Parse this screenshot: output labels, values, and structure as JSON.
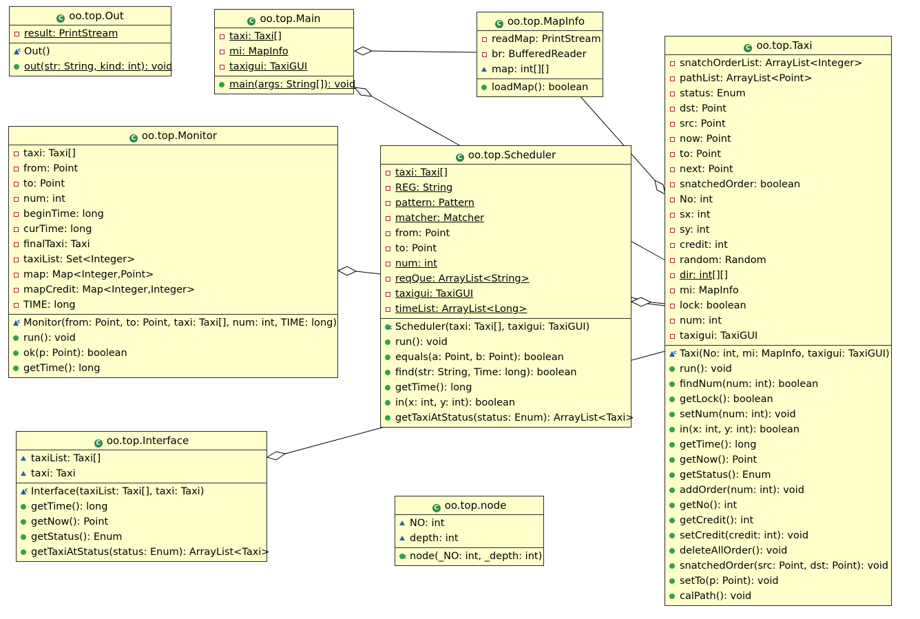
{
  "classes": {
    "out": {
      "name": "oo.top.Out",
      "attributes": [
        {
          "text": "result: PrintStream",
          "vis": "private",
          "underline": true
        }
      ],
      "operations": [
        {
          "text": "Out()",
          "vis": "ctor",
          "underline": false
        },
        {
          "text": "out(str: String, kind: int): void",
          "vis": "public",
          "underline": true
        }
      ]
    },
    "main": {
      "name": "oo.top.Main",
      "attributes": [
        {
          "text": "taxi: Taxi[]",
          "vis": "private",
          "underline": true
        },
        {
          "text": "mi: MapInfo",
          "vis": "private",
          "underline": true
        },
        {
          "text": "taxigui: TaxiGUI",
          "vis": "private",
          "underline": true
        }
      ],
      "operations": [
        {
          "text": "main(args: String[]): void",
          "vis": "public",
          "underline": true
        }
      ]
    },
    "mapinfo": {
      "name": "oo.top.MapInfo",
      "attributes": [
        {
          "text": "readMap: PrintStream",
          "vis": "private",
          "underline": false
        },
        {
          "text": "br: BufferedReader",
          "vis": "private",
          "underline": false
        },
        {
          "text": "map: int[][]",
          "vis": "package",
          "underline": false
        }
      ],
      "operations": [
        {
          "text": "loadMap(): boolean",
          "vis": "public",
          "underline": false
        }
      ]
    },
    "monitor": {
      "name": "oo.top.Monitor",
      "attributes": [
        {
          "text": "taxi: Taxi[]",
          "vis": "private",
          "underline": false
        },
        {
          "text": "from: Point",
          "vis": "private",
          "underline": false
        },
        {
          "text": "to: Point",
          "vis": "private",
          "underline": false
        },
        {
          "text": "num: int",
          "vis": "private",
          "underline": false
        },
        {
          "text": "beginTime: long",
          "vis": "private",
          "underline": false
        },
        {
          "text": "curTime: long",
          "vis": "private",
          "underline": false
        },
        {
          "text": "finalTaxi: Taxi",
          "vis": "private",
          "underline": false
        },
        {
          "text": "taxiList: Set<Integer>",
          "vis": "private",
          "underline": false
        },
        {
          "text": "map: Map<Integer,Point>",
          "vis": "private",
          "underline": false
        },
        {
          "text": "mapCredit: Map<Integer,Integer>",
          "vis": "private",
          "underline": false
        },
        {
          "text": "TIME: long",
          "vis": "private",
          "underline": false
        }
      ],
      "operations": [
        {
          "text": "Monitor(from: Point, to: Point, taxi: Taxi[], num: int, TIME: long)",
          "vis": "ctor",
          "underline": false
        },
        {
          "text": "run(): void",
          "vis": "public",
          "underline": false
        },
        {
          "text": "ok(p: Point): boolean",
          "vis": "public",
          "underline": false
        },
        {
          "text": "getTime(): long",
          "vis": "public",
          "underline": false
        }
      ]
    },
    "scheduler": {
      "name": "oo.top.Scheduler",
      "attributes": [
        {
          "text": "taxi: Taxi[]",
          "vis": "private",
          "underline": true
        },
        {
          "text": "REG: String",
          "vis": "private",
          "underline": true
        },
        {
          "text": "pattern: Pattern",
          "vis": "private",
          "underline": true
        },
        {
          "text": "matcher: Matcher",
          "vis": "private",
          "underline": true
        },
        {
          "text": "from: Point",
          "vis": "private",
          "underline": false
        },
        {
          "text": "to: Point",
          "vis": "private",
          "underline": false
        },
        {
          "text": "num: int",
          "vis": "private",
          "underline": true
        },
        {
          "text": "reqQue: ArrayList<String>",
          "vis": "private",
          "underline": true
        },
        {
          "text": "taxigui: TaxiGUI",
          "vis": "private",
          "underline": true
        },
        {
          "text": "timeList: ArrayList<Long>",
          "vis": "private",
          "underline": true
        }
      ],
      "operations": [
        {
          "text": "Scheduler(taxi: Taxi[], taxigui: TaxiGUI)",
          "vis": "pubctor",
          "underline": false
        },
        {
          "text": "run(): void",
          "vis": "public",
          "underline": false
        },
        {
          "text": "equals(a: Point, b: Point): boolean",
          "vis": "public",
          "underline": false
        },
        {
          "text": "find(str: String, Time: long): boolean",
          "vis": "public",
          "underline": false
        },
        {
          "text": "getTime(): long",
          "vis": "public",
          "underline": false
        },
        {
          "text": "in(x: int, y: int): boolean",
          "vis": "public",
          "underline": false
        },
        {
          "text": "getTaxiAtStatus(status: Enum): ArrayList<Taxi>",
          "vis": "public",
          "underline": false
        }
      ]
    },
    "taxi": {
      "name": "oo.top.Taxi",
      "attributes": [
        {
          "text": "snatchOrderList: ArrayList<Integer>",
          "vis": "private",
          "underline": false
        },
        {
          "text": "pathList: ArrayList<Point>",
          "vis": "private",
          "underline": false
        },
        {
          "text": "status: Enum",
          "vis": "private",
          "underline": false
        },
        {
          "text": "dst: Point",
          "vis": "private",
          "underline": false
        },
        {
          "text": "src: Point",
          "vis": "private",
          "underline": false
        },
        {
          "text": "now: Point",
          "vis": "private",
          "underline": false
        },
        {
          "text": "to: Point",
          "vis": "private",
          "underline": false
        },
        {
          "text": "next: Point",
          "vis": "private",
          "underline": false
        },
        {
          "text": "snatchedOrder: boolean",
          "vis": "private",
          "underline": false
        },
        {
          "text": "No: int",
          "vis": "private",
          "underline": false
        },
        {
          "text": "sx: int",
          "vis": "private",
          "underline": false
        },
        {
          "text": "sy: int",
          "vis": "private",
          "underline": false
        },
        {
          "text": "credit: int",
          "vis": "private",
          "underline": false
        },
        {
          "text": "random: Random",
          "vis": "private",
          "underline": false
        },
        {
          "text": "dir: int[][]",
          "vis": "private",
          "underline": true
        },
        {
          "text": "mi: MapInfo",
          "vis": "private",
          "underline": false
        },
        {
          "text": "lock: boolean",
          "vis": "private",
          "underline": false
        },
        {
          "text": "num: int",
          "vis": "private",
          "underline": false
        },
        {
          "text": "taxigui: TaxiGUI",
          "vis": "private",
          "underline": false
        }
      ],
      "operations": [
        {
          "text": "Taxi(No: int, mi: MapInfo, taxigui: TaxiGUI)",
          "vis": "ctor",
          "underline": false
        },
        {
          "text": "run(): void",
          "vis": "public",
          "underline": false
        },
        {
          "text": "findNum(num: int): boolean",
          "vis": "public",
          "underline": false
        },
        {
          "text": "getLock(): boolean",
          "vis": "public",
          "underline": false
        },
        {
          "text": "setNum(num: int): void",
          "vis": "public",
          "underline": false
        },
        {
          "text": "in(x: int, y: int): boolean",
          "vis": "public",
          "underline": false
        },
        {
          "text": "getTime(): long",
          "vis": "public",
          "underline": false
        },
        {
          "text": "getNow(): Point",
          "vis": "public",
          "underline": false
        },
        {
          "text": "getStatus(): Enum",
          "vis": "public",
          "underline": false
        },
        {
          "text": "addOrder(num: int): void",
          "vis": "public",
          "underline": false
        },
        {
          "text": "getNo(): int",
          "vis": "public",
          "underline": false
        },
        {
          "text": "getCredit(): int",
          "vis": "public",
          "underline": false
        },
        {
          "text": "setCredit(credit: int): void",
          "vis": "public",
          "underline": false
        },
        {
          "text": "deleteAllOrder(): void",
          "vis": "public",
          "underline": false
        },
        {
          "text": "snatchedOrder(src: Point, dst: Point): void",
          "vis": "public",
          "underline": false
        },
        {
          "text": "setTo(p: Point): void",
          "vis": "public",
          "underline": false
        },
        {
          "text": "calPath(): void",
          "vis": "public",
          "underline": false
        }
      ]
    },
    "interface": {
      "name": "oo.top.Interface",
      "attributes": [
        {
          "text": "taxiList: Taxi[]",
          "vis": "package",
          "underline": false
        },
        {
          "text": "taxi: Taxi",
          "vis": "package",
          "underline": false
        }
      ],
      "operations": [
        {
          "text": "Interface(taxiList: Taxi[], taxi: Taxi)",
          "vis": "ctor",
          "underline": false
        },
        {
          "text": "getTime(): long",
          "vis": "public",
          "underline": false
        },
        {
          "text": "getNow(): Point",
          "vis": "public",
          "underline": false
        },
        {
          "text": "getStatus(): Enum",
          "vis": "public",
          "underline": false
        },
        {
          "text": "getTaxiAtStatus(status: Enum): ArrayList<Taxi>",
          "vis": "public",
          "underline": false
        }
      ]
    },
    "node": {
      "name": "oo.top.node",
      "attributes": [
        {
          "text": "NO: int",
          "vis": "package",
          "underline": false
        },
        {
          "text": "depth: int",
          "vis": "package",
          "underline": false
        }
      ],
      "operations": [
        {
          "text": "node(_NO: int, _depth: int)",
          "vis": "pubctor",
          "underline": false
        }
      ]
    }
  },
  "class_icon_glyph": "C",
  "colors": {
    "box_fill": "#ffffcc",
    "border": "#2b2b2b",
    "private": "#b0202e",
    "public": "#35a04a",
    "package": "#2b5ea8",
    "class_icon": "#2f8a48"
  }
}
